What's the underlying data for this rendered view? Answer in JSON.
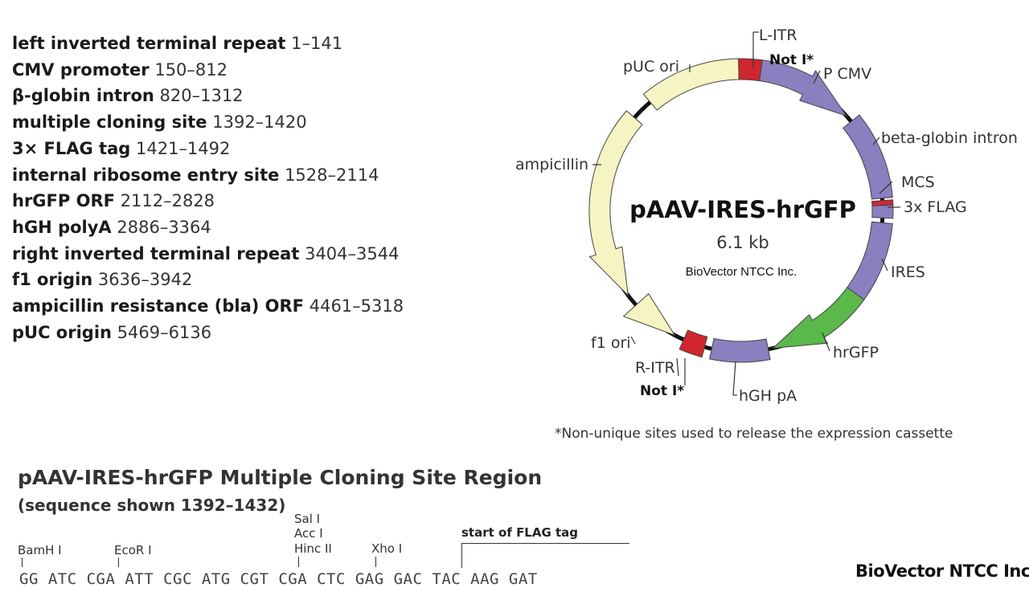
{
  "features": [
    {
      "name": "left inverted terminal repeat",
      "range": "1–141"
    },
    {
      "name": "CMV promoter",
      "range": "150–812"
    },
    {
      "name": "β-globin intron",
      "range": "820–1312"
    },
    {
      "name": "multiple cloning site",
      "range": "1392–1420"
    },
    {
      "name": "3× FLAG tag",
      "range": "1421–1492"
    },
    {
      "name": "internal ribosome entry site",
      "range": "1528–2114"
    },
    {
      "name": "hrGFP ORF",
      "range": "2112–2828"
    },
    {
      "name": "hGH polyA",
      "range": "2886–3364"
    },
    {
      "name": "right inverted terminal repeat",
      "range": "3404–3544"
    },
    {
      "name": "f1 origin",
      "range": "3636–3942"
    },
    {
      "name": "ampicillin resistance (bla) ORF",
      "range": "4461–5318"
    },
    {
      "name": "pUC origin",
      "range": "5469–6136"
    }
  ],
  "plasmid": {
    "name": "pAAV-IRES-hrGFP",
    "size": "6.1 kb",
    "company": "BioVector NTCC Inc.",
    "labels": {
      "litr": "L-ITR",
      "not1_top": "Not I*",
      "pcmv": "P CMV",
      "betaglobin": "beta-globin intron",
      "mcs": "MCS",
      "flag": "3x FLAG",
      "ires": "IRES",
      "hrgfp": "hrGFP",
      "hghpa": "hGH pA",
      "ritr": "R-ITR",
      "not1_bottom": "Not I*",
      "f1ori": "f1 ori",
      "ampicillin": "ampicillin",
      "puc": "pUC ori"
    },
    "colors": {
      "purple": "#8b7fbf",
      "green": "#5bb84a",
      "yellow": "#f7f4c3",
      "red": "#d0262f",
      "backbone": "#111111"
    }
  },
  "footnote": "*Non-unique sites used to release the expression cassette",
  "mcs": {
    "title": "pAAV-IRES-hrGFP  Multiple Cloning Site Region",
    "subtitle": "(sequence shown 1392–1432)",
    "sites": {
      "bamh1": "BamH I",
      "ecor1": "EcoR I",
      "sal1": "Sal I",
      "acc1": "Acc I",
      "hinc2": "Hinc II",
      "xho1": "Xho I"
    },
    "flag_label": "start of FLAG tag",
    "sequence": "GG ATC CGA ATT CGC ATG CGT CGA CTC GAG GAC TAC AAG GAT"
  },
  "brand": "BioVector NTCC Inc."
}
